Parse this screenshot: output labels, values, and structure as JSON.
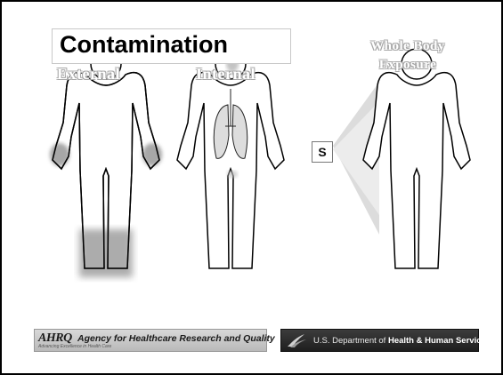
{
  "slide": {
    "title": "Contamination",
    "labels": {
      "external": "External",
      "internal": "Internal",
      "whole_body_line1": "Whole Body",
      "whole_body_line2": "Exposure"
    },
    "source_marker": "S",
    "footer": {
      "ahrq_logo": "AHRQ",
      "ahrq_name": "Agency for Healthcare Research and Quality",
      "ahrq_tagline": "Advancing Excellence in Health Care",
      "hhs_prefix": "U.S. Department of ",
      "hhs_bold": "Health & Human Services"
    }
  },
  "colors": {
    "frame": "#000000",
    "label_outline": "#a8a8a8",
    "contamination": "#808080",
    "exposure_beam": "#dcdcdc",
    "hhs_bar": "#2a2a2a"
  },
  "icons": [
    "human-figure-icon",
    "lungs-icon",
    "radiation-beam-icon",
    "hhs-eagle-icon"
  ]
}
